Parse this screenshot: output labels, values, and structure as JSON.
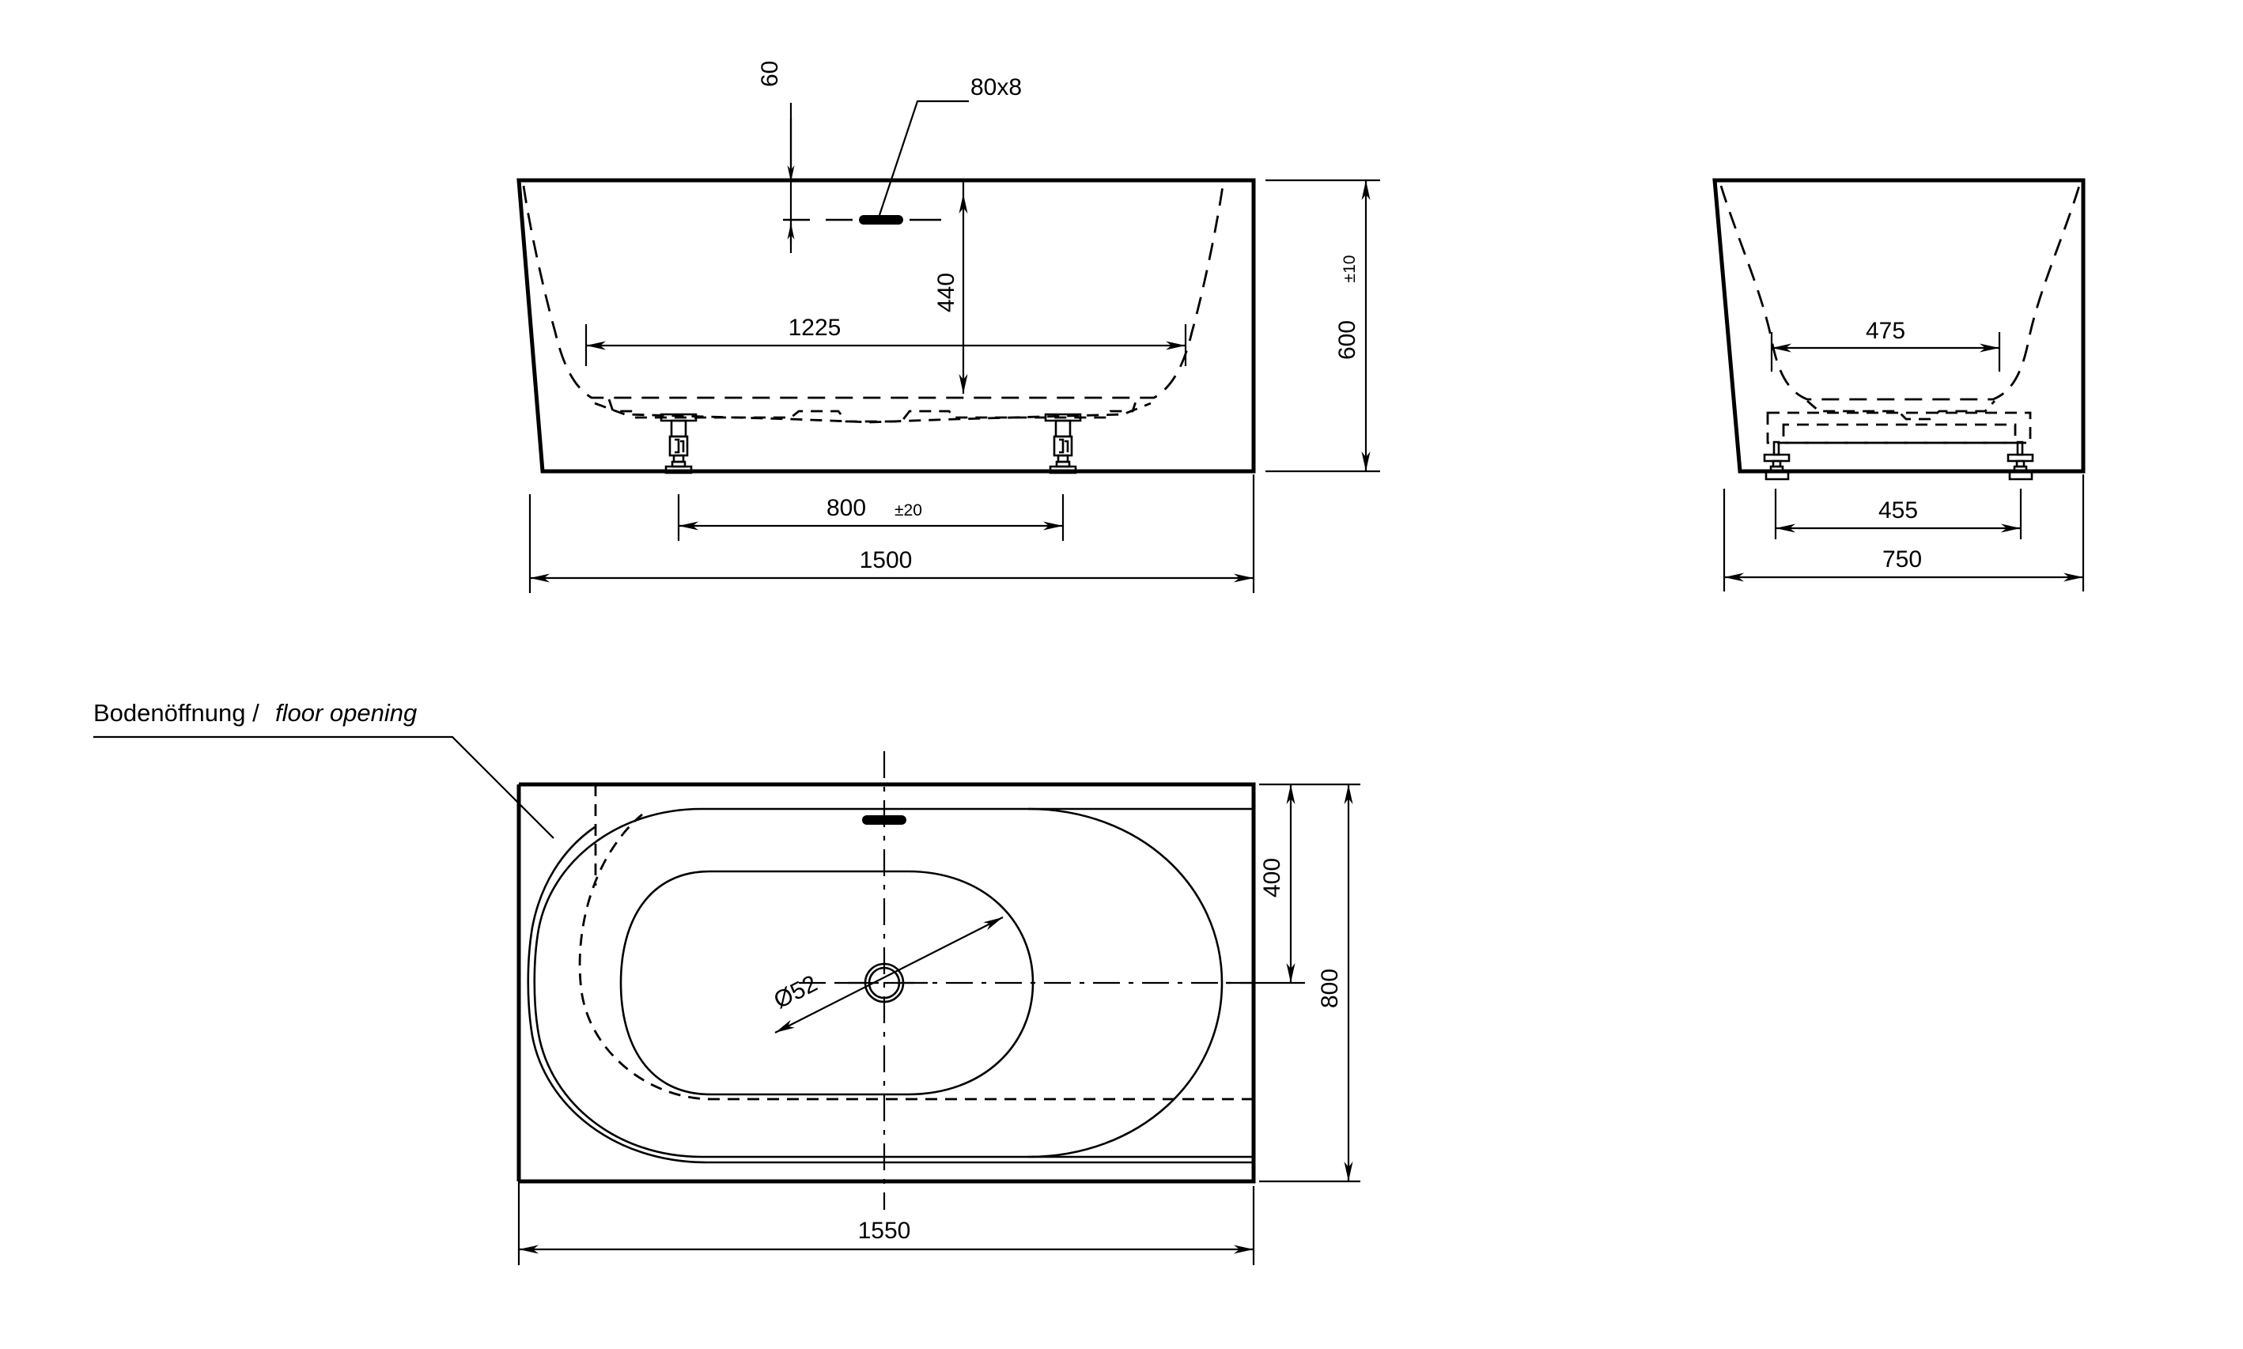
{
  "drawing": {
    "title": "Bathtub technical drawing",
    "annotation": {
      "german": "Bodenöffnung /",
      "english": "floor opening"
    },
    "views": {
      "front": {
        "name": "front-elevation",
        "dimensions": {
          "overflow_depth": "60",
          "overflow_size": "80x8",
          "inner_depth": "440",
          "inner_width": "1225",
          "foot_spacing": "800",
          "foot_spacing_tol": "±20",
          "overall_width": "1500",
          "overall_height": "600",
          "overall_height_tol": "±10"
        }
      },
      "side": {
        "name": "side-elevation",
        "dimensions": {
          "inner_width": "475",
          "foot_spacing": "455",
          "overall_depth": "750"
        }
      },
      "plan": {
        "name": "plan-view",
        "dimensions": {
          "drain_diameter": "Ø52",
          "centre_offset": "400",
          "overall_depth": "800",
          "overall_length": "1550"
        }
      }
    },
    "colors": {
      "line": "#000000",
      "background": "#ffffff"
    }
  }
}
